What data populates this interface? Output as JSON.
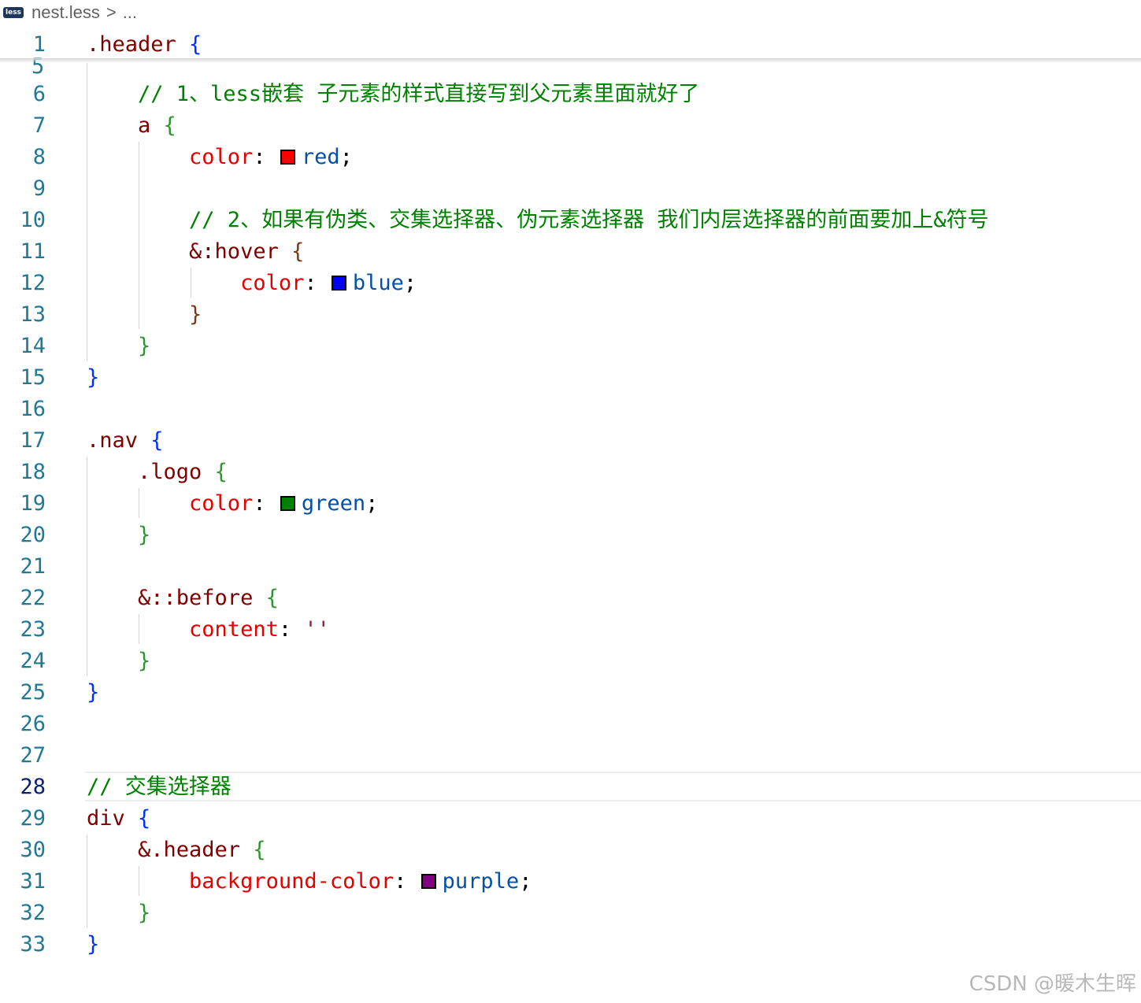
{
  "breadcrumb": {
    "file_icon": "less",
    "file_name": "nest.less",
    "separator": ">",
    "more": "..."
  },
  "sticky_line": {
    "number": "5"
  },
  "editor": {
    "active_line": "28",
    "lines": [
      {
        "n": "1",
        "segments": [
          {
            "t": ".header ",
            "c": "sel"
          },
          {
            "t": "{",
            "c": "brace1"
          }
        ]
      },
      {
        "n": "6",
        "segments": [
          {
            "t": "    // 1、less嵌套 子元素的样式直接写到父元素里面就好了",
            "c": "cmt"
          }
        ]
      },
      {
        "n": "7",
        "segments": [
          {
            "t": "    a ",
            "c": "sel"
          },
          {
            "t": "{",
            "c": "brace2"
          }
        ]
      },
      {
        "n": "8",
        "segments": [
          {
            "t": "        color",
            "c": "prop"
          },
          {
            "t": ": ",
            "c": "punct"
          },
          {
            "swatch": "#ff0000"
          },
          {
            "t": "red",
            "c": "val"
          },
          {
            "t": ";",
            "c": "punct"
          }
        ]
      },
      {
        "n": "9",
        "segments": []
      },
      {
        "n": "10",
        "segments": [
          {
            "t": "        // 2、如果有伪类、交集选择器、伪元素选择器 我们内层选择器的前面要加上&符号",
            "c": "cmt"
          }
        ]
      },
      {
        "n": "11",
        "segments": [
          {
            "t": "        &:hover ",
            "c": "sel"
          },
          {
            "t": "{",
            "c": "brace3"
          }
        ]
      },
      {
        "n": "12",
        "segments": [
          {
            "t": "            color",
            "c": "prop"
          },
          {
            "t": ": ",
            "c": "punct"
          },
          {
            "swatch": "#0000ff"
          },
          {
            "t": "blue",
            "c": "val"
          },
          {
            "t": ";",
            "c": "punct"
          }
        ]
      },
      {
        "n": "13",
        "segments": [
          {
            "t": "        }",
            "c": "brace3"
          }
        ]
      },
      {
        "n": "14",
        "segments": [
          {
            "t": "    }",
            "c": "brace2"
          }
        ]
      },
      {
        "n": "15",
        "segments": [
          {
            "t": "}",
            "c": "brace1"
          }
        ]
      },
      {
        "n": "16",
        "segments": []
      },
      {
        "n": "17",
        "segments": [
          {
            "t": ".nav ",
            "c": "sel"
          },
          {
            "t": "{",
            "c": "brace1"
          }
        ]
      },
      {
        "n": "18",
        "segments": [
          {
            "t": "    .logo ",
            "c": "sel"
          },
          {
            "t": "{",
            "c": "brace2"
          }
        ]
      },
      {
        "n": "19",
        "segments": [
          {
            "t": "        color",
            "c": "prop"
          },
          {
            "t": ": ",
            "c": "punct"
          },
          {
            "swatch": "#008000"
          },
          {
            "t": "green",
            "c": "val"
          },
          {
            "t": ";",
            "c": "punct"
          }
        ]
      },
      {
        "n": "20",
        "segments": [
          {
            "t": "    }",
            "c": "brace2"
          }
        ]
      },
      {
        "n": "21",
        "segments": []
      },
      {
        "n": "22",
        "segments": [
          {
            "t": "    &::before ",
            "c": "sel"
          },
          {
            "t": "{",
            "c": "brace2"
          }
        ]
      },
      {
        "n": "23",
        "segments": [
          {
            "t": "        content",
            "c": "prop"
          },
          {
            "t": ": ",
            "c": "punct"
          },
          {
            "t": "''",
            "c": "str"
          }
        ]
      },
      {
        "n": "24",
        "segments": [
          {
            "t": "    }",
            "c": "brace2"
          }
        ]
      },
      {
        "n": "25",
        "segments": [
          {
            "t": "}",
            "c": "brace1"
          }
        ]
      },
      {
        "n": "26",
        "segments": []
      },
      {
        "n": "27",
        "segments": []
      },
      {
        "n": "28",
        "segments": [
          {
            "t": "// 交集选择器",
            "c": "cmt"
          }
        ]
      },
      {
        "n": "29",
        "segments": [
          {
            "t": "div ",
            "c": "sel"
          },
          {
            "t": "{",
            "c": "brace1"
          }
        ]
      },
      {
        "n": "30",
        "segments": [
          {
            "t": "    &.header ",
            "c": "sel"
          },
          {
            "t": "{",
            "c": "brace2"
          }
        ]
      },
      {
        "n": "31",
        "segments": [
          {
            "t": "        background-color",
            "c": "prop"
          },
          {
            "t": ": ",
            "c": "punct"
          },
          {
            "swatch": "#800080"
          },
          {
            "t": "purple",
            "c": "val"
          },
          {
            "t": ";",
            "c": "punct"
          }
        ]
      },
      {
        "n": "32",
        "segments": [
          {
            "t": "    }",
            "c": "brace2"
          }
        ]
      },
      {
        "n": "33",
        "segments": [
          {
            "t": "}",
            "c": "brace1"
          }
        ]
      }
    ]
  },
  "watermark": "CSDN @暖木生晖"
}
